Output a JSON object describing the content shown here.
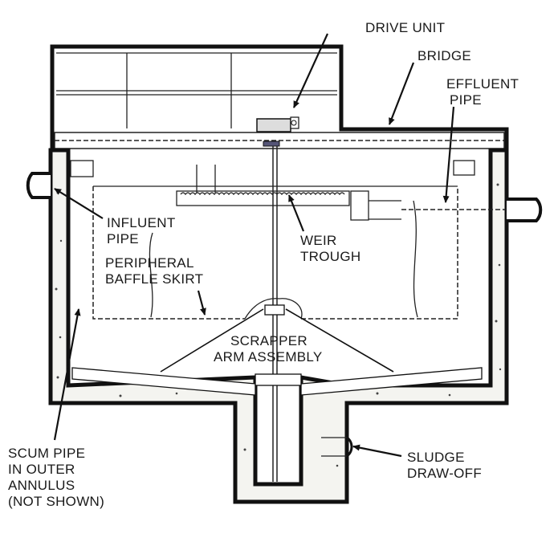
{
  "title": "Circular clarifier cross-section",
  "labels": {
    "drive_unit": "DRIVE UNIT",
    "bridge": "BRIDGE",
    "effluent_1": "EFFLUENT",
    "effluent_2": "PIPE",
    "influent_1": "INFLUENT",
    "influent_2": "PIPE",
    "baffle_1": "PERIPHERAL",
    "baffle_2": "BAFFLE SKIRT",
    "weir_1": "WEIR",
    "weir_2": "TROUGH",
    "scraper_1": "SCRAPPER",
    "scraper_2": "ARM ASSEMBLY",
    "scum_1": "SCUM PIPE",
    "scum_2": "IN OUTER",
    "scum_3": "ANNULUS",
    "scum_4": "(NOT SHOWN)",
    "sludge_1": "SLUDGE",
    "sludge_2": "DRAW-OFF"
  }
}
